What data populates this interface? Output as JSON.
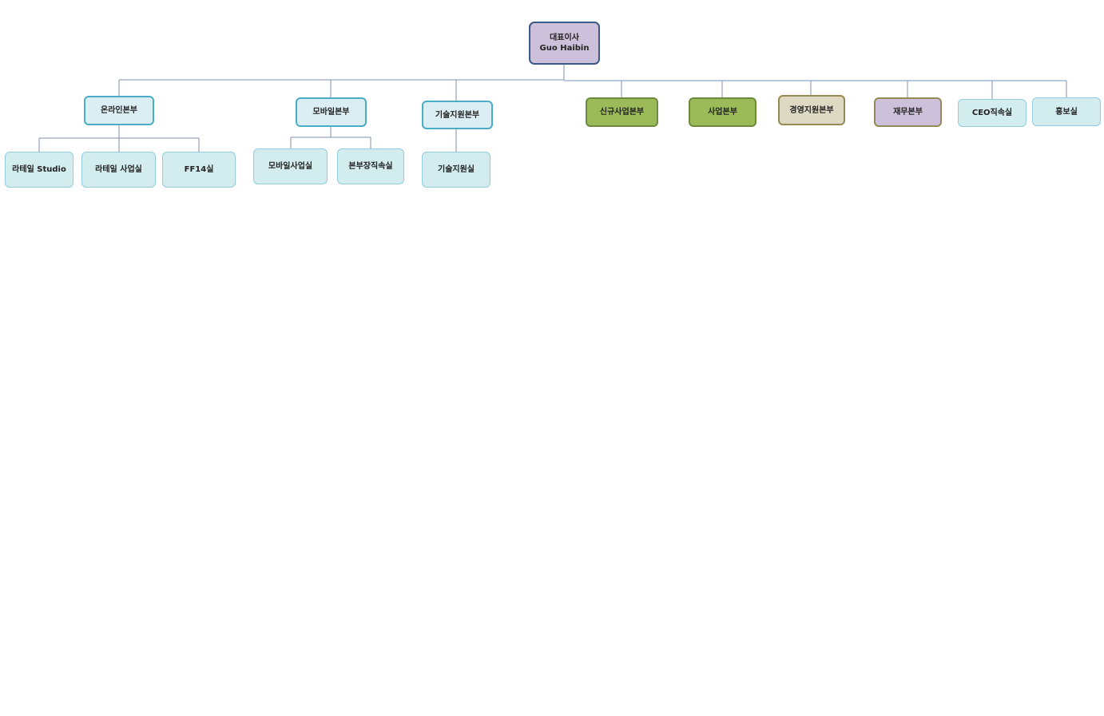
{
  "ceo": {
    "title": "대표이사",
    "name": "Guo Haibin"
  },
  "divisions": [
    {
      "label": "온라인본부",
      "color": "#dbeef4"
    },
    {
      "label": "모바일본부",
      "color": "#dbeef4"
    },
    {
      "label": "기술지원본부",
      "color": "#dbeef4"
    },
    {
      "label": "신규사업본부",
      "color": "#9bbb59"
    },
    {
      "label": "사업본부",
      "color": "#9bbb59"
    },
    {
      "label": "경영지원본부",
      "color": "#ddd9c3"
    },
    {
      "label": "재무본부",
      "color": "#ccc0da"
    },
    {
      "label": "CEO직속실",
      "color": "#d3ecee"
    },
    {
      "label": "홍보실",
      "color": "#d3ecee"
    }
  ],
  "subunits": {
    "online": [
      "라테일 Studio",
      "라테일 사업실",
      "FF14실"
    ],
    "mobile": [
      "모바일사업실",
      "본부장직속실"
    ],
    "tech": [
      "기술지원실"
    ]
  }
}
